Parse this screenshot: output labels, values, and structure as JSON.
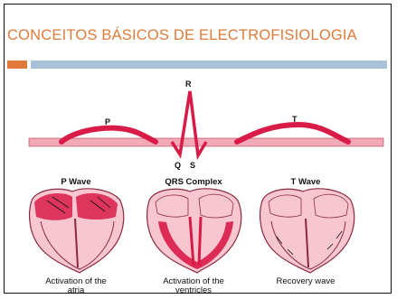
{
  "slide": {
    "title": "CONCEITOS BÁSICOS DE ELECTROFISIOLOGIA"
  },
  "ecg": {
    "labels": {
      "p": "P",
      "q": "Q",
      "r": "R",
      "s": "S",
      "t": "T"
    },
    "colors": {
      "wave": "#d81b47",
      "baseline": "#f4a9b8"
    }
  },
  "panels": [
    {
      "title": "P Wave",
      "caption_line1": "Activation of the",
      "caption_line2": "atria"
    },
    {
      "title": "QRS Complex",
      "caption_line1": "Activation of the",
      "caption_line2": "ventricles"
    },
    {
      "title": "T Wave",
      "caption_line1": "Recovery wave",
      "caption_line2": ""
    }
  ],
  "colors": {
    "title": "#e07a3a",
    "accent_orange": "#e07a3a",
    "accent_blue": "#a8c0d8",
    "heart_fill": "#f7c6d0",
    "heart_active": "#d81b47"
  }
}
